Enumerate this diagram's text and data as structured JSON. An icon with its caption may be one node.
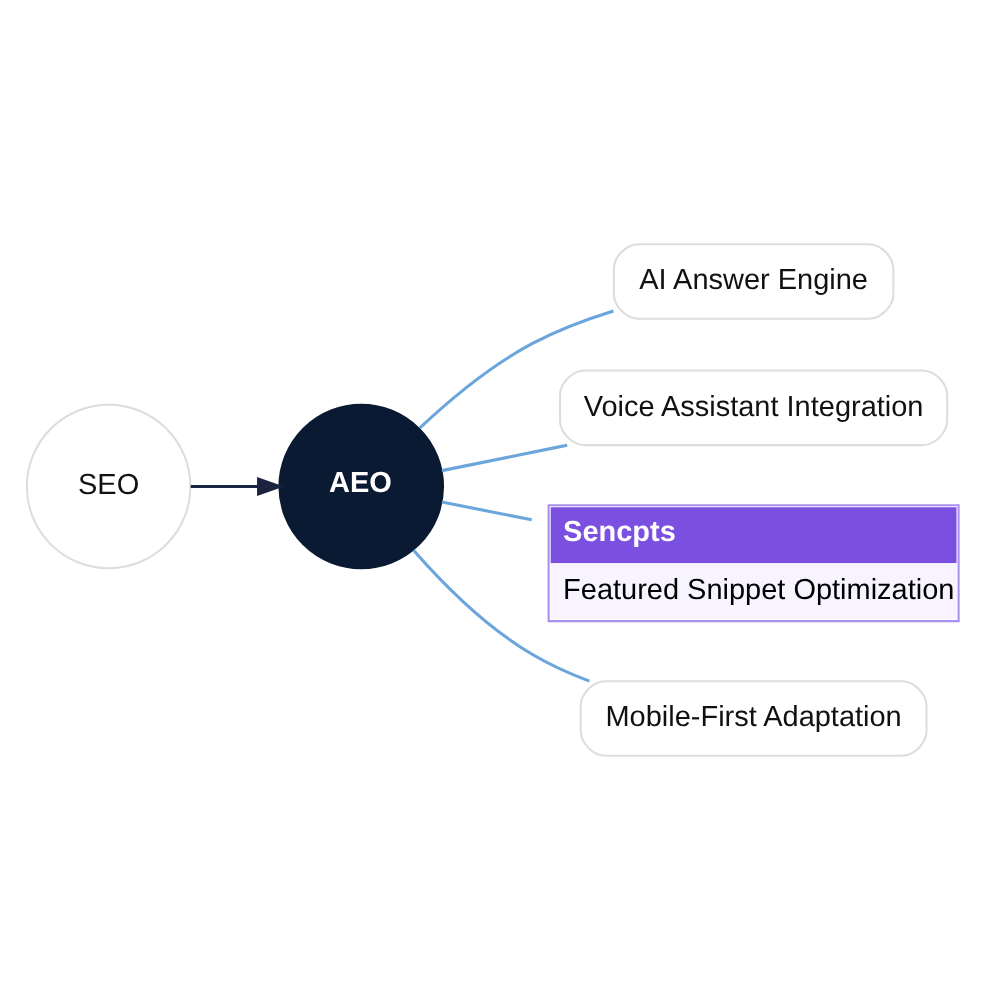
{
  "diagram": {
    "nodes": [
      {
        "text": [
          "SEO"
        ]
      },
      {
        "text": [
          "AEO"
        ]
      },
      {
        "text": [
          "AI Answer Engine"
        ]
      },
      {
        "text": [
          "Voice Assistant Integration"
        ]
      },
      {
        "text": [
          "Sencpts",
          "Featured Snippet Optimization"
        ]
      },
      {
        "text": [
          "Mobile-First Adaptation"
        ]
      }
    ],
    "edges": [
      {
        "from": 0,
        "to": 1,
        "arrow": "to",
        "color": "#1a2340"
      },
      {
        "from": 1,
        "to": 2,
        "arrow": "none"
      },
      {
        "from": 1,
        "to": 3,
        "arrow": "none"
      },
      {
        "from": 1,
        "to": 4,
        "arrow": "none"
      },
      {
        "from": 1,
        "to": 5,
        "arrow": "none"
      }
    ]
  }
}
